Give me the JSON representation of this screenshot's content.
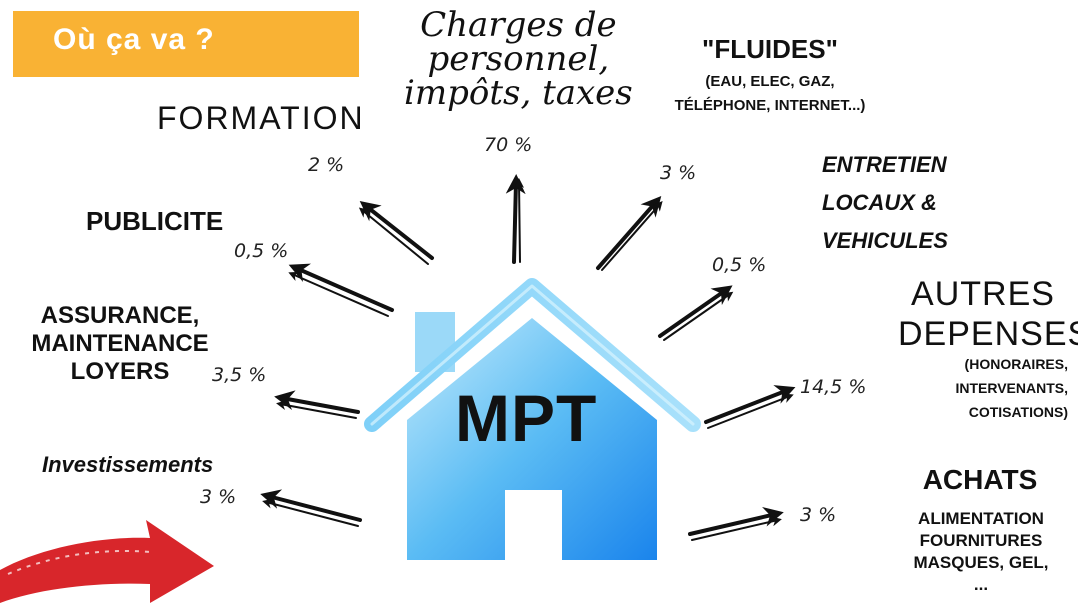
{
  "badge": {
    "text": "Où ça va ?"
  },
  "center": {
    "label": "MPT"
  },
  "categories": {
    "charges": {
      "title_lines": [
        "Charges de",
        "personnel,",
        "impôts, taxes"
      ],
      "percent": "70 %"
    },
    "fluides": {
      "title": "\"Fluides\"",
      "sub_lines": [
        "(eau, elec, gaz,",
        "téléphone, internet...)"
      ],
      "percent": "3 %"
    },
    "formation": {
      "title": "FORMATION",
      "percent": "2 %"
    },
    "entretien": {
      "title_lines": [
        "ENTRETIEN",
        "LOCAUX &",
        "VEHICULES"
      ],
      "percent": "0,5 %"
    },
    "publicite": {
      "title": "PUBLICITE",
      "percent": "0,5 %"
    },
    "autres": {
      "title_lines": [
        "AUTRES",
        "DEPENSES"
      ],
      "sub_lines": [
        "(HONORAIRES,",
        "INTERVENANTS,",
        "COTISATIONS)"
      ],
      "percent": "14,5 %"
    },
    "assurance": {
      "title_lines": [
        "ASSURANCE,",
        "MAINTENANCE",
        "LOYERS"
      ],
      "percent": "3,5 %"
    },
    "investissements": {
      "title": "Investissements",
      "percent": "3 %"
    },
    "achats": {
      "title": "ACHATS",
      "sub_lines": [
        "ALIMENTATION",
        "FOURNITURES",
        "MASQUES, GEL,",
        "..."
      ],
      "percent": "3 %"
    }
  },
  "colors": {
    "badge": "#f9b234",
    "house_light": "#bfe6fb",
    "house_dark": "#1e90f0",
    "arrow": "#111111",
    "red_arrow": "#d8262b"
  }
}
